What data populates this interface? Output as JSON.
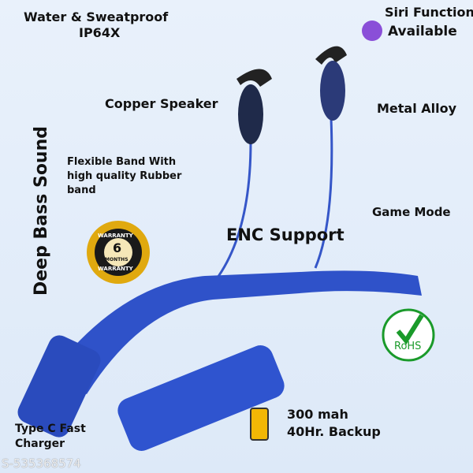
{
  "features": {
    "waterproof": "Water & Sweatproof",
    "ip_rating": "IP64X",
    "siri": "Siri Function",
    "siri2": "Available",
    "copper": "Copper Speaker",
    "metal": "Metal Alloy",
    "band": "Flexible Band With",
    "band2": "high quality Rubber",
    "band3": "band",
    "bass": "Deep Bass Sound",
    "game": "Game Mode",
    "enc": "ENC Support",
    "battery": "300 mah",
    "backup": "40Hr. Backup",
    "typec": "Type C Fast",
    "charger": "Charger"
  },
  "warranty": {
    "top": "WARRANTY",
    "num": "6",
    "months": "MONTHS",
    "bottom": "WARRANTY"
  },
  "rohs": "RoHS",
  "watermark": "S-535368574",
  "colors": {
    "product": "#2f52c9",
    "bg": "#e3edf9"
  }
}
